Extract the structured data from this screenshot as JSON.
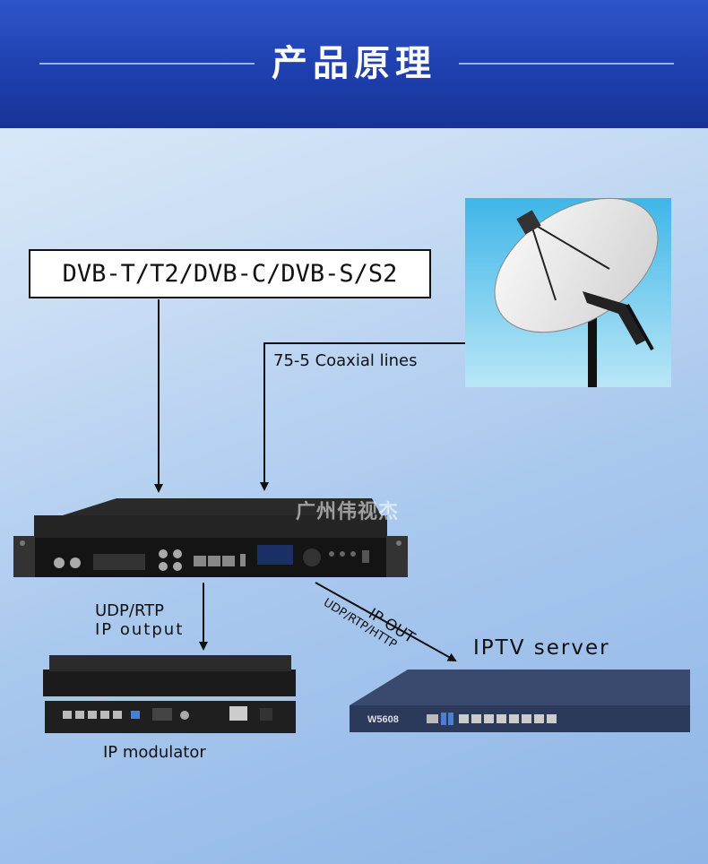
{
  "header": {
    "title": "产品原理"
  },
  "watermark": "广州伟视杰",
  "diagram": {
    "source_label": "DVB-T/T2/DVB-C/DVB-S/S2",
    "coax_label": "75-5 Coaxial lines",
    "udp_label_line1": "UDP/RTP",
    "udp_label_line2": "IP output",
    "ipout_label": "IP OUT",
    "protocol_label": "UDP/RTP/HTTP",
    "iptv_label": "IPTV server",
    "modulator_label": "IP modulator",
    "server_badge": "W5608"
  },
  "colors": {
    "header": "#1e3fae",
    "background": "#c9ddf4",
    "device": "#1a1a1a",
    "server": "#2b3a5a"
  }
}
